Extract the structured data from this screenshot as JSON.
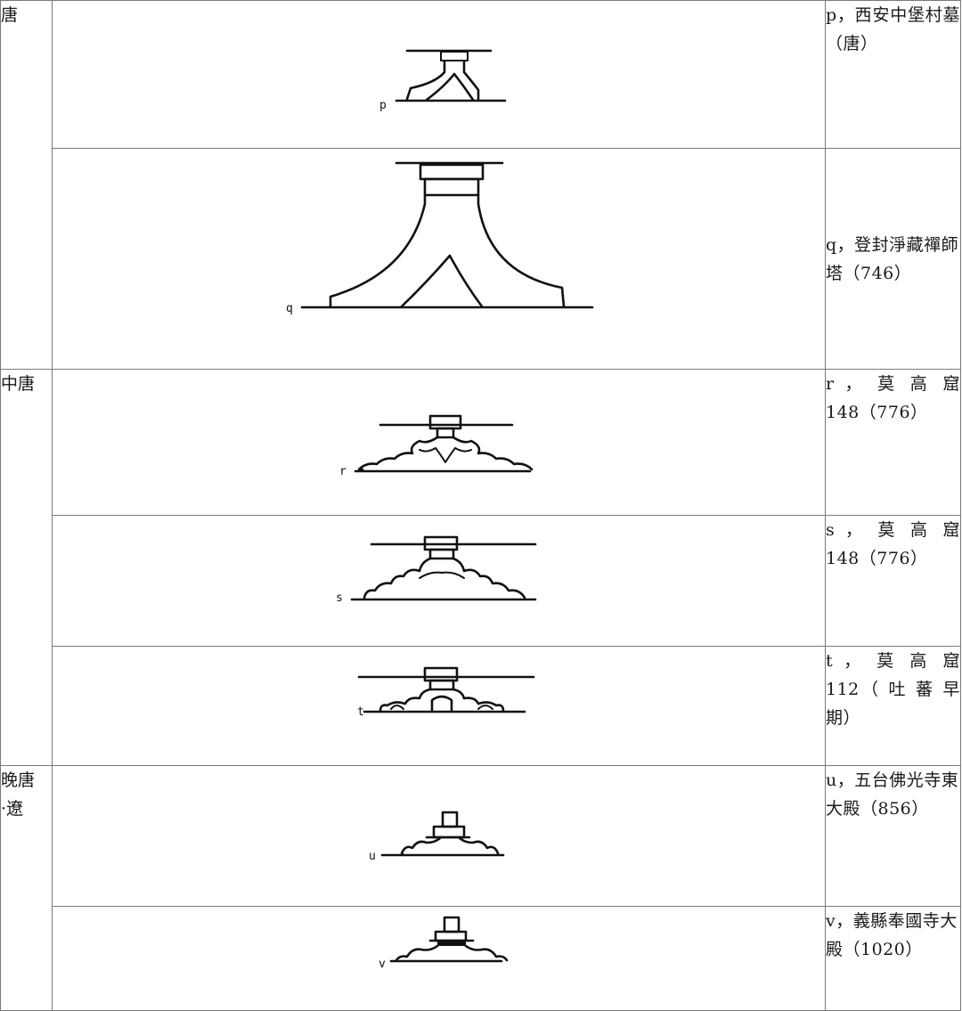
{
  "periods": {
    "tang": "唐",
    "mid_tang": "中唐",
    "late_tang_line1": "晚唐",
    "late_tang_line2": "·遼"
  },
  "rows": [
    {
      "label": "p",
      "caption": "p，西安中堡村墓（唐）"
    },
    {
      "label": "q",
      "caption": "q，登封淨藏禪師塔（746）"
    },
    {
      "label": "r",
      "caption": "r ， 莫 高 窟 148（776）"
    },
    {
      "label": "s",
      "caption": "s ， 莫 高 窟 148（776）"
    },
    {
      "label": "t",
      "caption": "t ， 莫 高 窟 112（ 吐 蕃 早 期）"
    },
    {
      "label": "u",
      "caption": "u，五台佛光寺東大殿（856）"
    },
    {
      "label": "v",
      "caption": "v，義縣奉國寺大殿（1020）"
    }
  ]
}
